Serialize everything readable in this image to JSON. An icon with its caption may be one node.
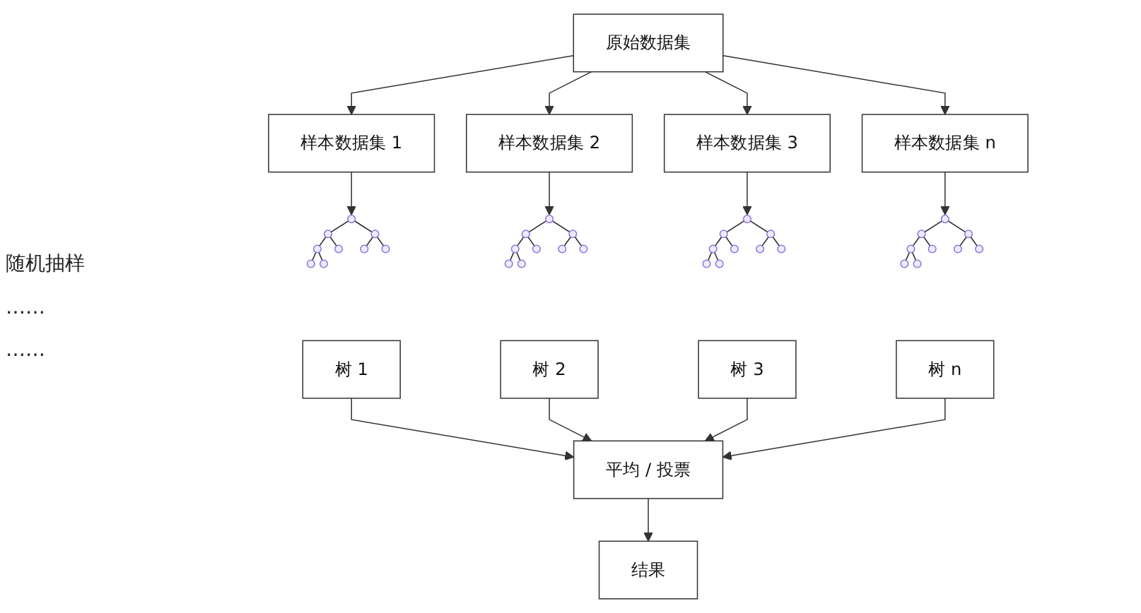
{
  "diagram": {
    "nodes": [
      {
        "text": [
          "原始数据集"
        ]
      },
      {
        "text": [
          "样本数据集 1"
        ]
      },
      {
        "text": [
          "样本数据集 2"
        ]
      },
      {
        "text": [
          "样本数据集 3"
        ]
      },
      {
        "text": [
          "样本数据集 n"
        ]
      },
      {
        "text": [],
        "shape": "picture"
      },
      {
        "text": [],
        "shape": "picture"
      },
      {
        "text": [],
        "shape": "picture"
      },
      {
        "text": [],
        "shape": "picture"
      },
      {
        "text": [
          "树 1"
        ]
      },
      {
        "text": [
          "树 2"
        ]
      },
      {
        "text": [
          "树 3"
        ]
      },
      {
        "text": [
          "树 n"
        ]
      },
      {
        "text": [
          "平均 / 投票"
        ]
      },
      {
        "text": [
          "结果"
        ]
      }
    ],
    "edges": [
      {
        "from": 0,
        "to": 1,
        "arrow": "to"
      },
      {
        "from": 0,
        "to": 2,
        "arrow": "to"
      },
      {
        "from": 0,
        "to": 3,
        "arrow": "to"
      },
      {
        "from": 0,
        "to": 4,
        "arrow": "to"
      },
      {
        "from": 1,
        "to": 5,
        "arrow": "to"
      },
      {
        "from": 2,
        "to": 6,
        "arrow": "to"
      },
      {
        "from": 3,
        "to": 7,
        "arrow": "to"
      },
      {
        "from": 4,
        "to": 8,
        "arrow": "to"
      },
      {
        "from": 9,
        "to": 13,
        "arrow": "to"
      },
      {
        "from": 10,
        "to": 13,
        "arrow": "to"
      },
      {
        "from": 11,
        "to": 13,
        "arrow": "to"
      },
      {
        "from": 12,
        "to": 13,
        "arrow": "to"
      },
      {
        "from": 13,
        "to": 14,
        "arrow": "to"
      }
    ],
    "labels": [
      "随机抽样",
      "……",
      "……"
    ]
  }
}
